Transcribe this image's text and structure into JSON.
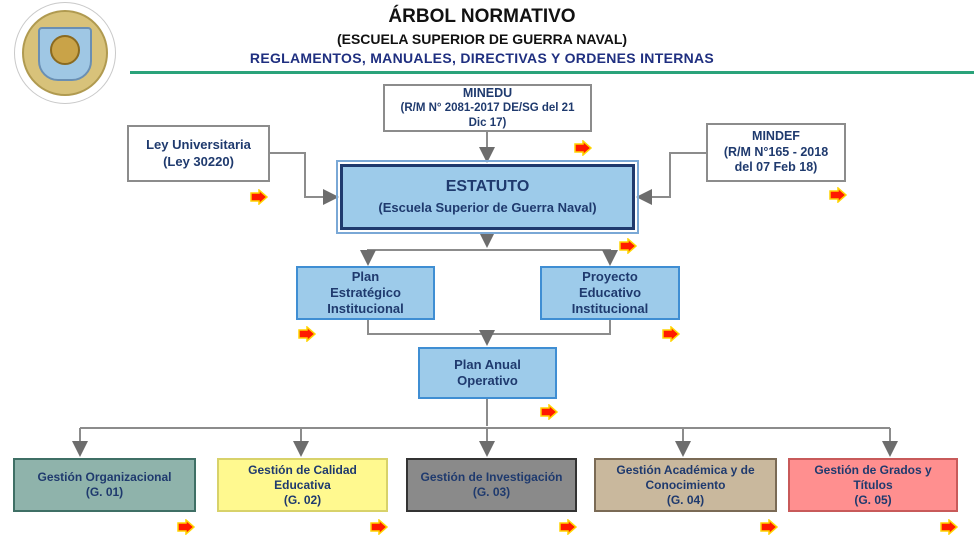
{
  "header": {
    "title": "ÁRBOL NORMATIVO",
    "subtitle": "(ESCUELA SUPERIOR DE GUERRA NAVAL)",
    "subtitle2": "REGLAMENTOS, MANUALES, DIRECTIVAS Y ORDENES INTERNAS"
  },
  "logo": {
    "name": "naval-school-seal-logo"
  },
  "nodes": {
    "minedu": {
      "line1": "MINEDU",
      "line2": "(R/M N° 2081-2017 DE/SG del 21",
      "line3": "Dic 17)"
    },
    "ley": {
      "line1": "Ley Universitaria",
      "line2": "(Ley 30220)"
    },
    "mindef": {
      "line1": "MINDEF",
      "line2": "(R/M N°165 - 2018",
      "line3": "del 07 Feb 18)"
    },
    "estatuto": {
      "line1": "ESTATUTO",
      "line2": "(Escuela Superior de Guerra Naval)"
    },
    "pei": {
      "line1": "Plan",
      "line2": "Estratégico",
      "line3": "Institucional"
    },
    "pe": {
      "line1": "Proyecto",
      "line2": "Educativo",
      "line3": "Institucional"
    },
    "poa": {
      "line1": "Plan Anual",
      "line2": "Operativo"
    },
    "g01": {
      "line1": "Gestión Organizacional",
      "line2": "(G. 01)"
    },
    "g02": {
      "line1": "Gestión de Calidad",
      "line2": "Educativa",
      "line3": "(G. 02)"
    },
    "g03": {
      "line1": "Gestión de Investigación",
      "line2": "(G. 03)"
    },
    "g04": {
      "line1": "Gestión Académica y de",
      "line2": "Conocimiento",
      "line3": "(G. 04)"
    },
    "g05": {
      "line1": "Gestión de Grados y",
      "line2": "Títulos",
      "line3": "(G. 05)"
    }
  },
  "colors": {
    "accent_line": "#2aa37a",
    "link_arrow_fill": "#ff1a00",
    "link_arrow_stroke": "#ffd400",
    "connector": "#8c8c8c"
  },
  "icons": {
    "link": "right-arrow-link-icon"
  }
}
